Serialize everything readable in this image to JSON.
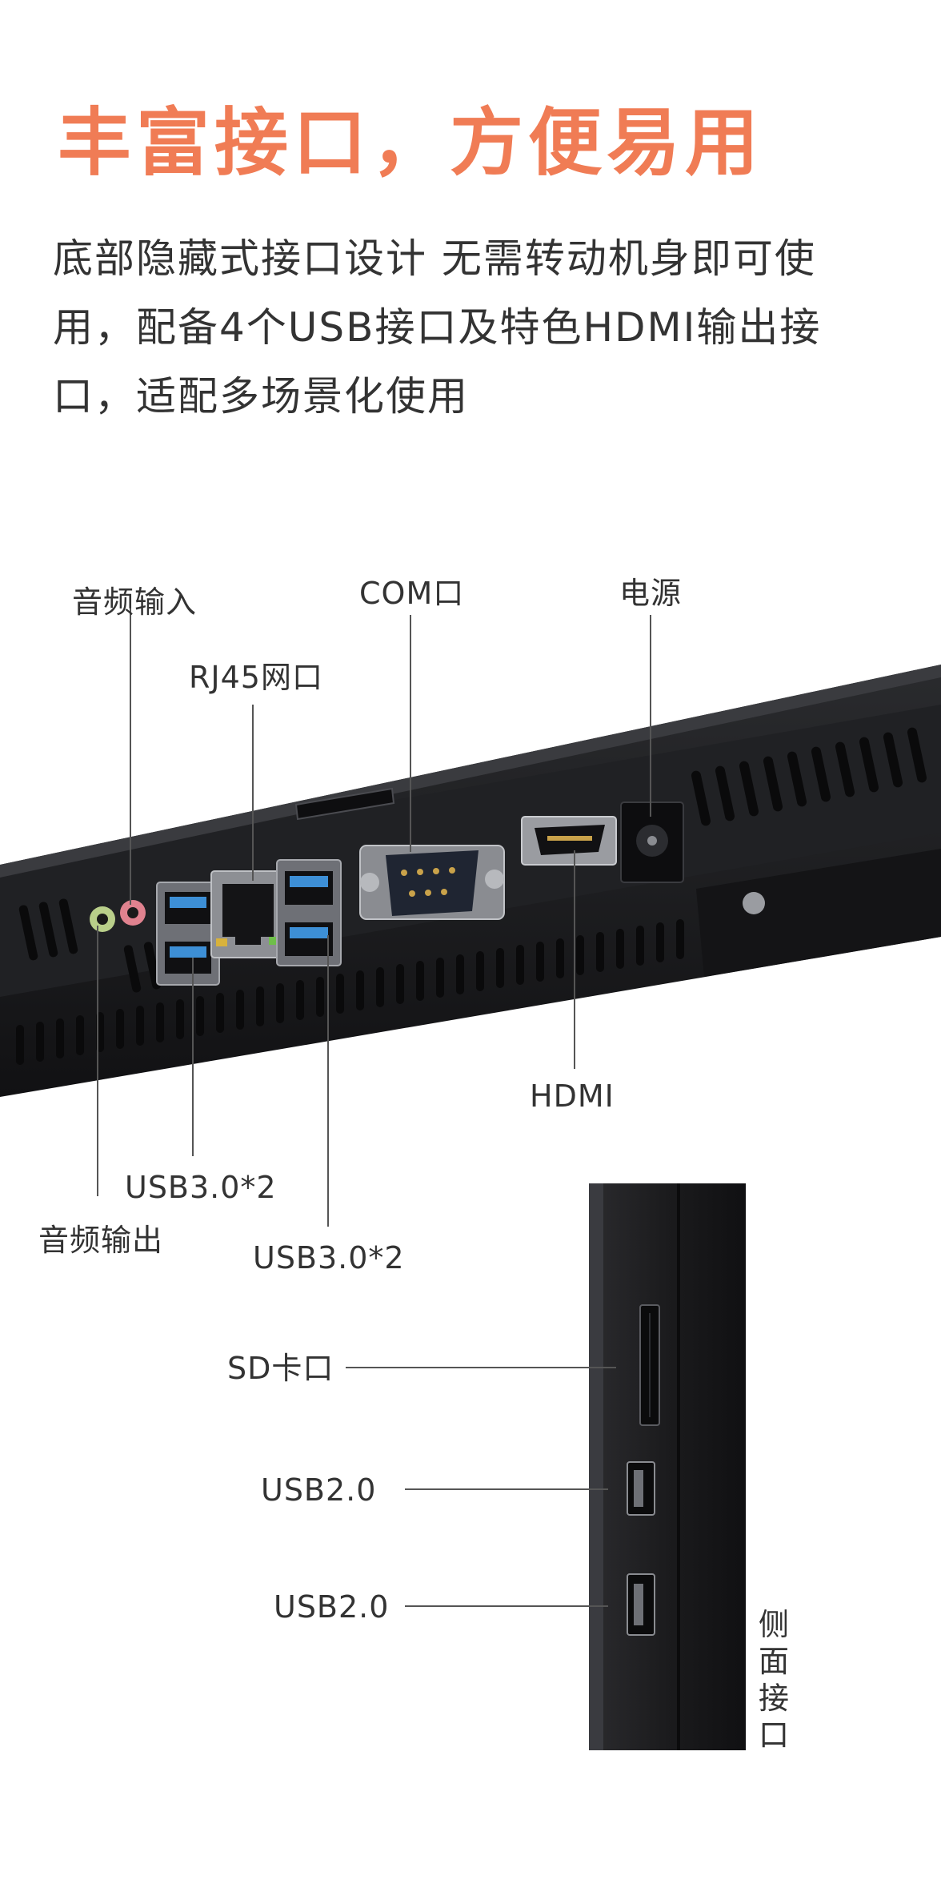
{
  "header": {
    "title": "丰富接口，方便易用",
    "description_lines": [
      "底部隐藏式接口设计 无需转动机身即可使",
      "用，配备4个USB接口及特色HDMI输出接",
      "口，适配多场景化使用"
    ]
  },
  "rear_panel": {
    "labels": {
      "audio_in": "音频输入",
      "rj45": "RJ45网口",
      "com": "COM口",
      "power": "电源",
      "hdmi": "HDMI",
      "usb30_left": "USB3.0*2",
      "audio_out": "音频输出",
      "usb30_right": "USB3.0*2"
    }
  },
  "side_panel": {
    "labels": {
      "sd_card": "SD卡口",
      "usb20_top": "USB2.0",
      "usb20_bottom": "USB2.0",
      "side_ports": "侧面接口"
    }
  },
  "colors": {
    "accent": "#f07c55",
    "text": "#333333",
    "leader_line": "#555555",
    "device_body": "#1c1c1e",
    "usb30_blue": "#3d8fd6",
    "hdmi_gold": "#c9a24a"
  }
}
